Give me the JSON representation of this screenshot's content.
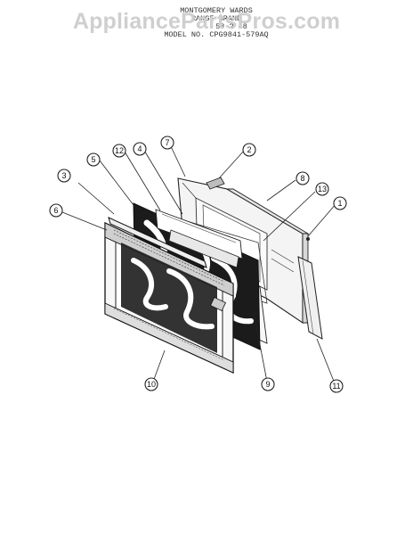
{
  "watermark": "AppliancePartsPros.com",
  "header": {
    "line1": "MONTGOMERY WARDS",
    "line2": "RANGE BRAND",
    "line3": "58 2 48",
    "line4": "MODEL NO. CPG9841-579AQ"
  },
  "callouts": [
    "1",
    "2",
    "3",
    "4",
    "5",
    "6",
    "7",
    "8",
    "9",
    "10",
    "11",
    "12",
    "13"
  ]
}
